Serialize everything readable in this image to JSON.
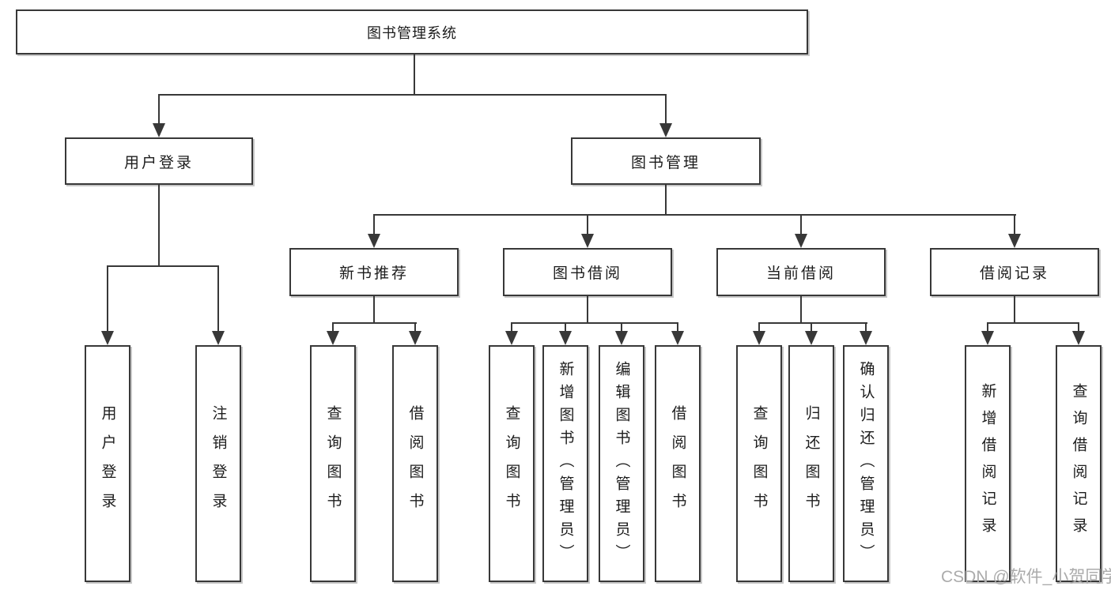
{
  "colors": {
    "line": "#383838",
    "text": "#1c1c1c",
    "background": "#ffffff",
    "watermark": "#ababab"
  },
  "watermark": {
    "text": "CSDN @软件_小贺同学"
  },
  "tree": {
    "label": "图书管理系统",
    "children": [
      {
        "label": "用户登录",
        "children": [
          {
            "label": "用户登录"
          },
          {
            "label": "注销登录"
          }
        ]
      },
      {
        "label": "图书管理",
        "children": [
          {
            "label": "新书推荐",
            "children": [
              {
                "label": "查询图书"
              },
              {
                "label": "借阅图书"
              }
            ]
          },
          {
            "label": "图书借阅",
            "children": [
              {
                "label": "查询图书"
              },
              {
                "label": "新增图书（管理员）"
              },
              {
                "label": "编辑图书（管理员）"
              },
              {
                "label": "借阅图书"
              }
            ]
          },
          {
            "label": "当前借阅",
            "children": [
              {
                "label": "查询图书"
              },
              {
                "label": "归还图书"
              },
              {
                "label": "确认归还（管理员）"
              }
            ]
          },
          {
            "label": "借阅记录",
            "children": [
              {
                "label": "新增借阅记录"
              },
              {
                "label": "查询借阅记录"
              }
            ]
          }
        ]
      }
    ]
  }
}
